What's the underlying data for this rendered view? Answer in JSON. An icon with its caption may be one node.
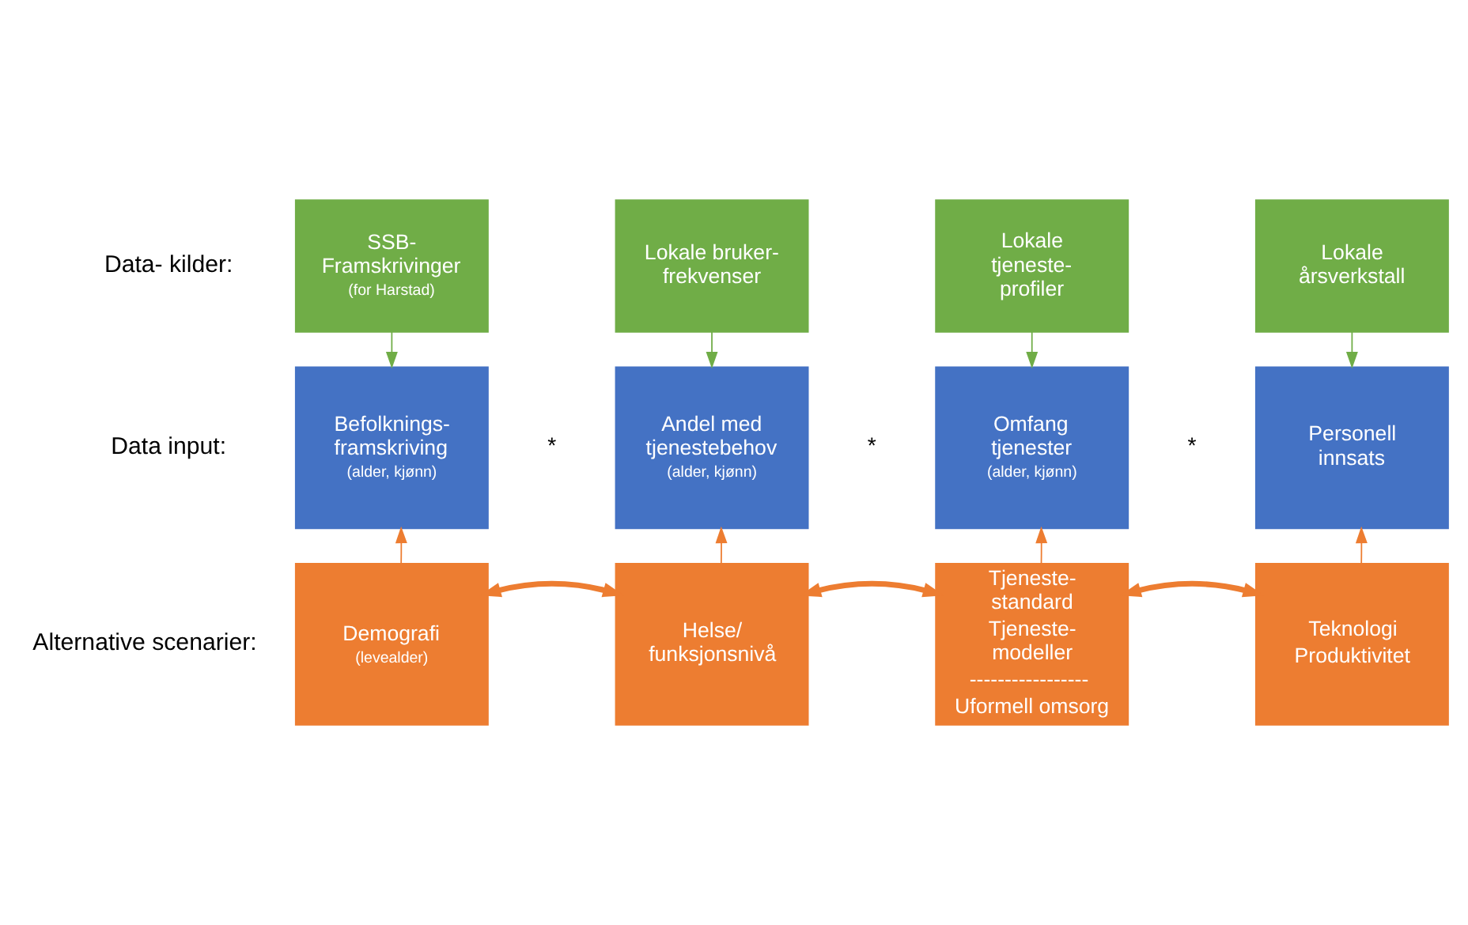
{
  "diagram": {
    "nodes": [
      {
        "text": [
          "SSB- Framskrivinger",
          "(for Harstad)"
        ]
      },
      {
        "text": [
          "Lokale bruker- frekvenser"
        ]
      },
      {
        "text": [
          "Lokale tjeneste- profiler"
        ]
      },
      {
        "text": [
          "Lokale årsverkstall"
        ]
      },
      {
        "text": [
          "Befolknings- framskriving",
          "(alder, kjønn)"
        ]
      },
      {
        "text": [
          "Andel med tjenestebehov",
          "(alder, kjønn)"
        ]
      },
      {
        "text": [
          "Omfang tjenester",
          "(alder, kjønn)"
        ]
      },
      {
        "text": [
          "Personell innsats"
        ]
      },
      {
        "text": [
          "Demografi",
          "(levealder)"
        ]
      },
      {
        "text": [
          "Helse/ funksjonsnivå"
        ]
      },
      {
        "text": [
          "Tjeneste- standard",
          "Tjeneste- modeller",
          "-----------------",
          "Uformell omsorg"
        ]
      },
      {
        "text": [
          "Teknologi",
          "Produktivitet"
        ]
      }
    ],
    "edges": [
      {
        "from": 0,
        "to": 4,
        "arrow": "to",
        "color": "#70ad47"
      },
      {
        "from": 1,
        "to": 5,
        "arrow": "to",
        "color": "#70ad47"
      },
      {
        "from": 2,
        "to": 6,
        "arrow": "to",
        "color": "#70ad47"
      },
      {
        "from": 3,
        "to": 7,
        "arrow": "to",
        "color": "#70ad47"
      },
      {
        "from": 8,
        "to": 4,
        "arrow": "to"
      },
      {
        "from": 9,
        "to": 5,
        "arrow": "to"
      },
      {
        "from": 10,
        "to": 6,
        "arrow": "to"
      },
      {
        "from": 11,
        "to": 7,
        "arrow": "to"
      },
      {
        "from": 8,
        "to": 9,
        "arrow": "both",
        "style": "thick"
      },
      {
        "from": 9,
        "to": 10,
        "arrow": "both",
        "style": "thick"
      },
      {
        "from": 10,
        "to": 11,
        "arrow": "both",
        "style": "thick"
      }
    ],
    "labels": [
      "Data- kilder:",
      "Data input:",
      "Alternative scenarier:",
      "*",
      "*",
      "*"
    ]
  }
}
